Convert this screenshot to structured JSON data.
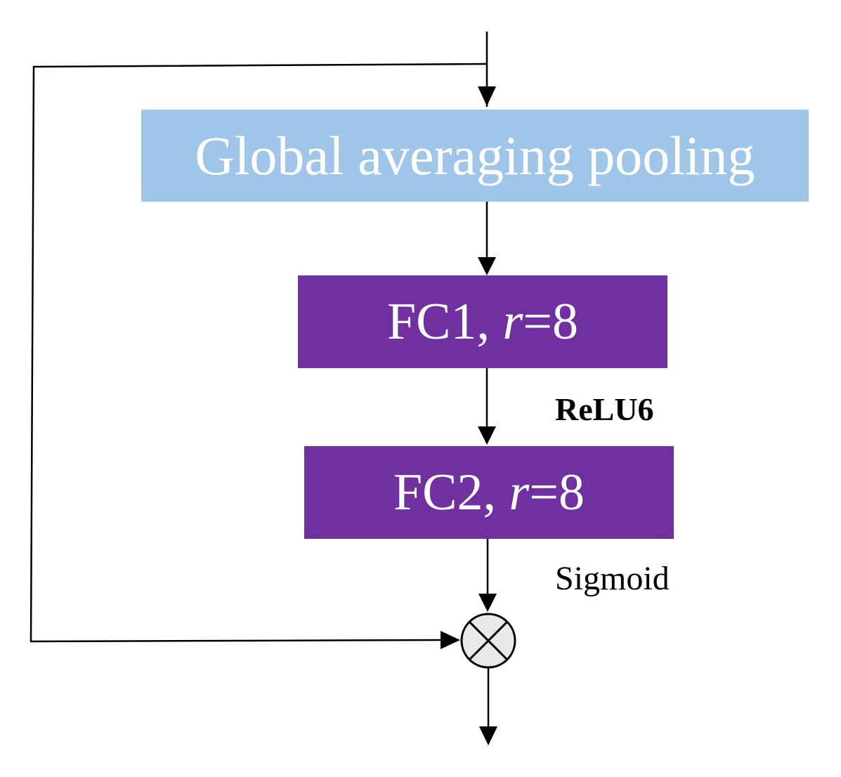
{
  "colors": {
    "gap_fill": "#9fc5e8",
    "fc_fill": "#7030a0",
    "multiply_fill": "#e8e8e8",
    "line": "#000000",
    "box_text": "#ffffff"
  },
  "nodes": {
    "global_pooling": {
      "label": "Global averaging pooling"
    },
    "fc1": {
      "name": "FC1, ",
      "param_symbol": "r",
      "param_value": "=8"
    },
    "fc2": {
      "name": "FC2, ",
      "param_symbol": "r",
      "param_value": "=8"
    },
    "multiply": {
      "icon": "circled-times-icon"
    }
  },
  "activations": {
    "relu": "ReLU6",
    "sigmoid": "Sigmoid"
  }
}
